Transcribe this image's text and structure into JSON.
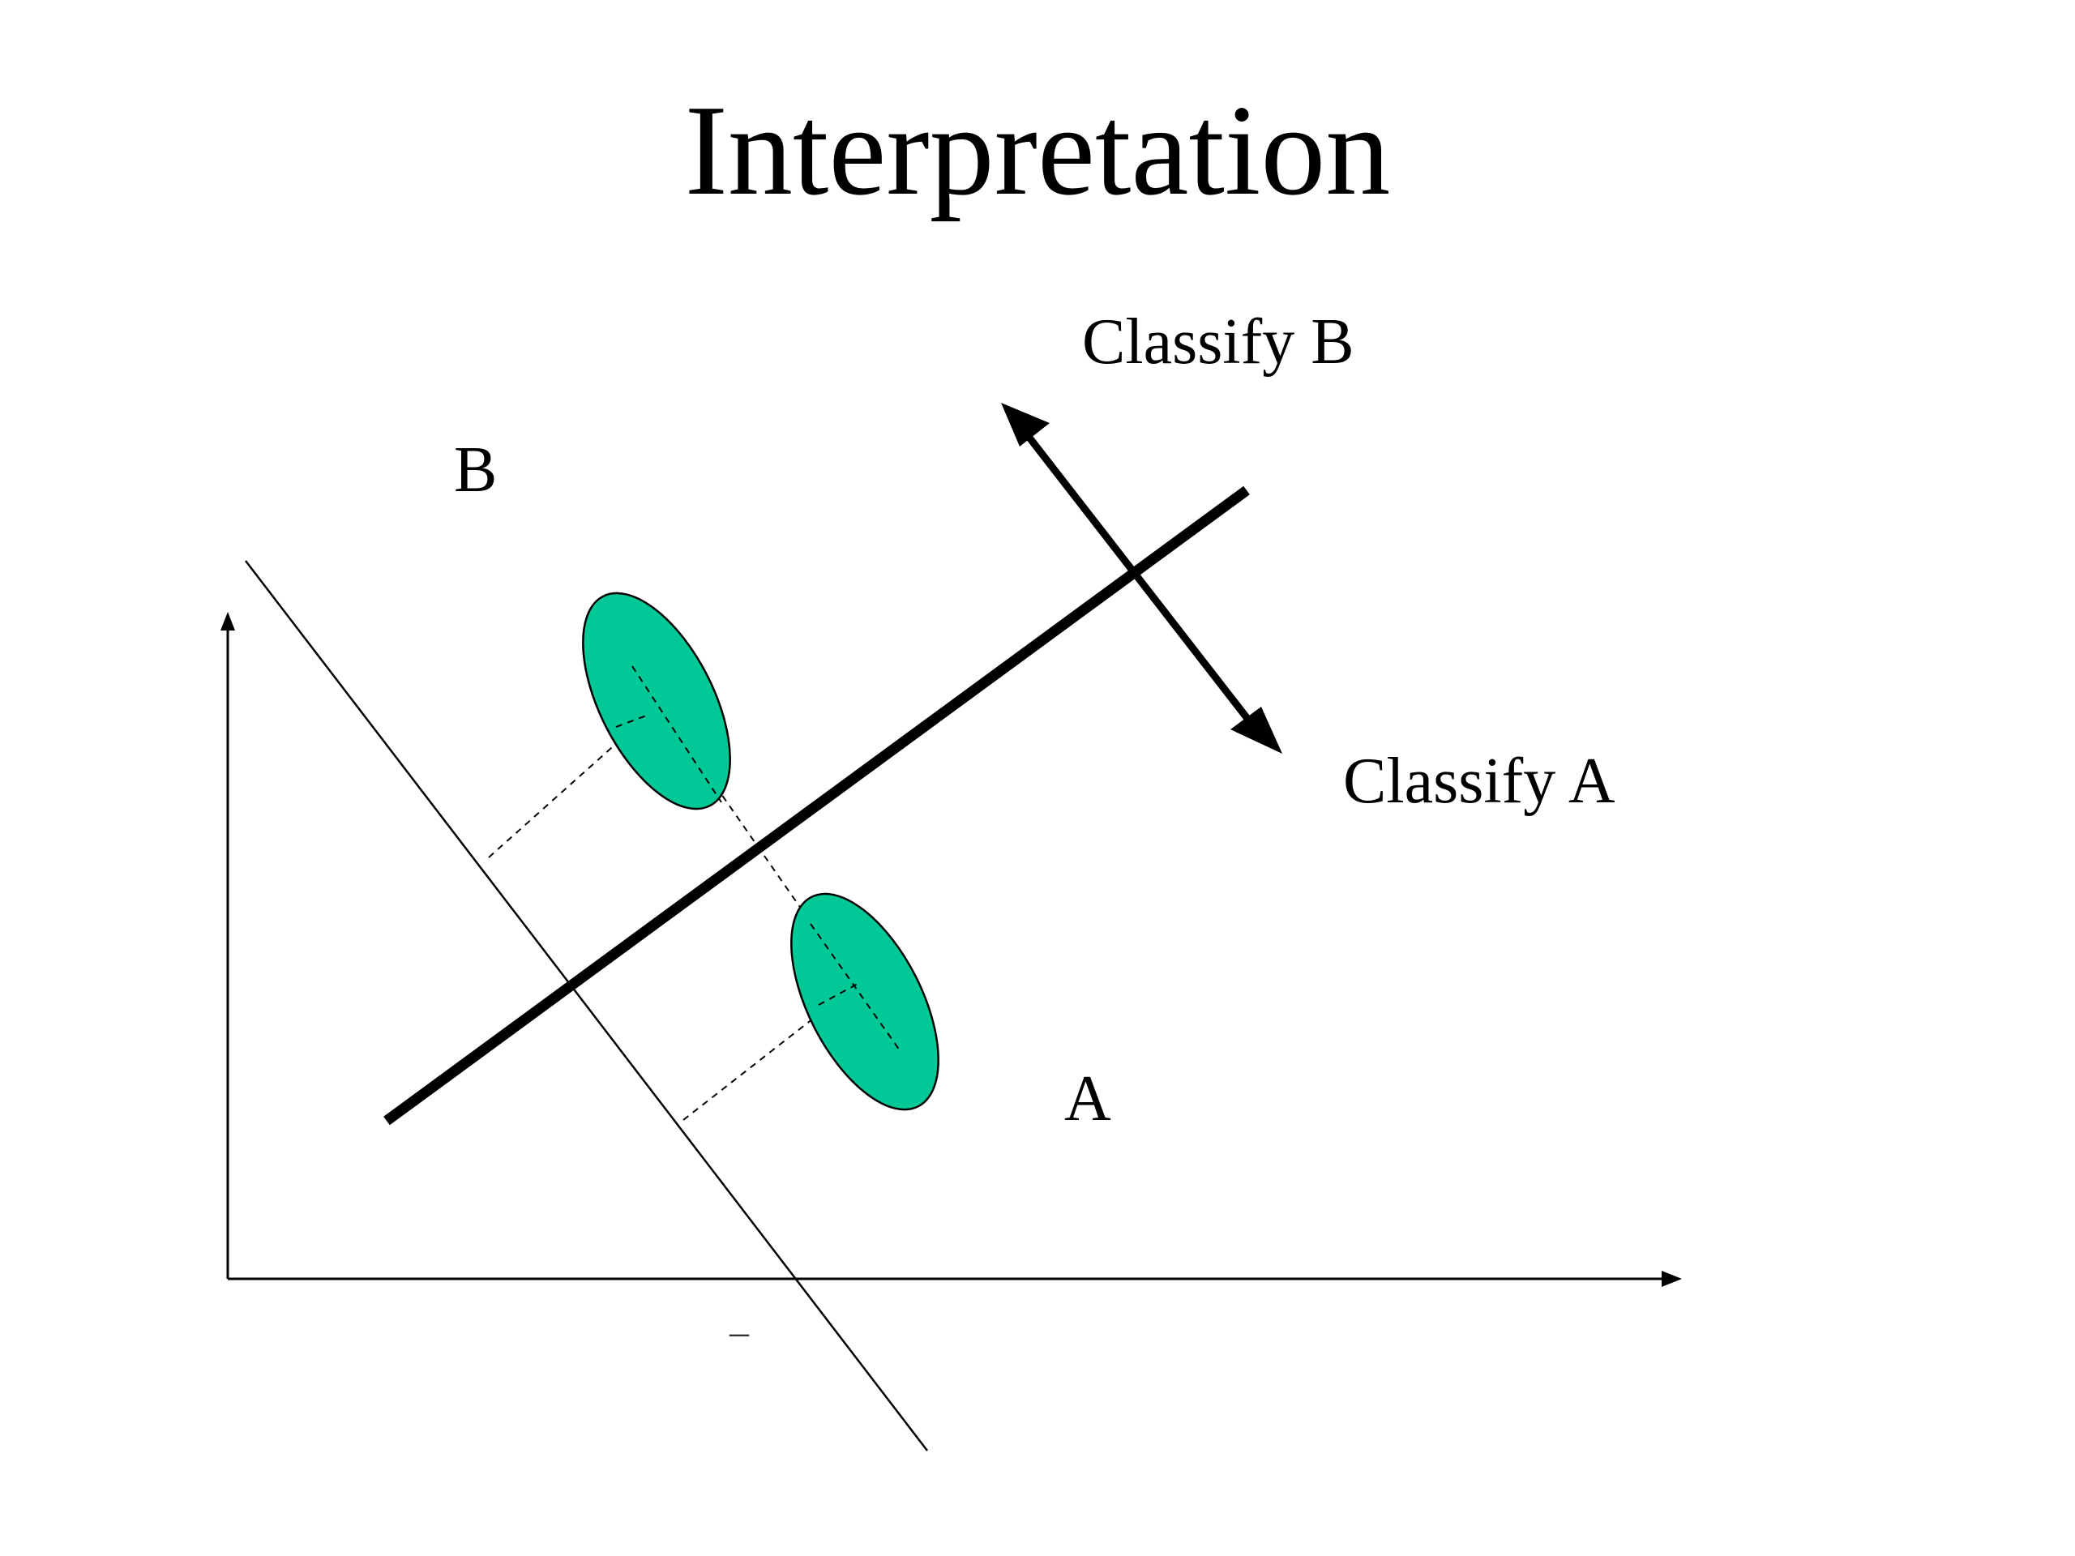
{
  "slide": {
    "title": "Interpretation",
    "labels": {
      "classify_b": "Classify B",
      "classify_a": "Classify A",
      "class_b": "B",
      "class_a": "A",
      "minus": "–"
    }
  },
  "colors": {
    "cluster_fill": "#00C896",
    "stroke": "#000000",
    "background": "#FFFFFF"
  }
}
